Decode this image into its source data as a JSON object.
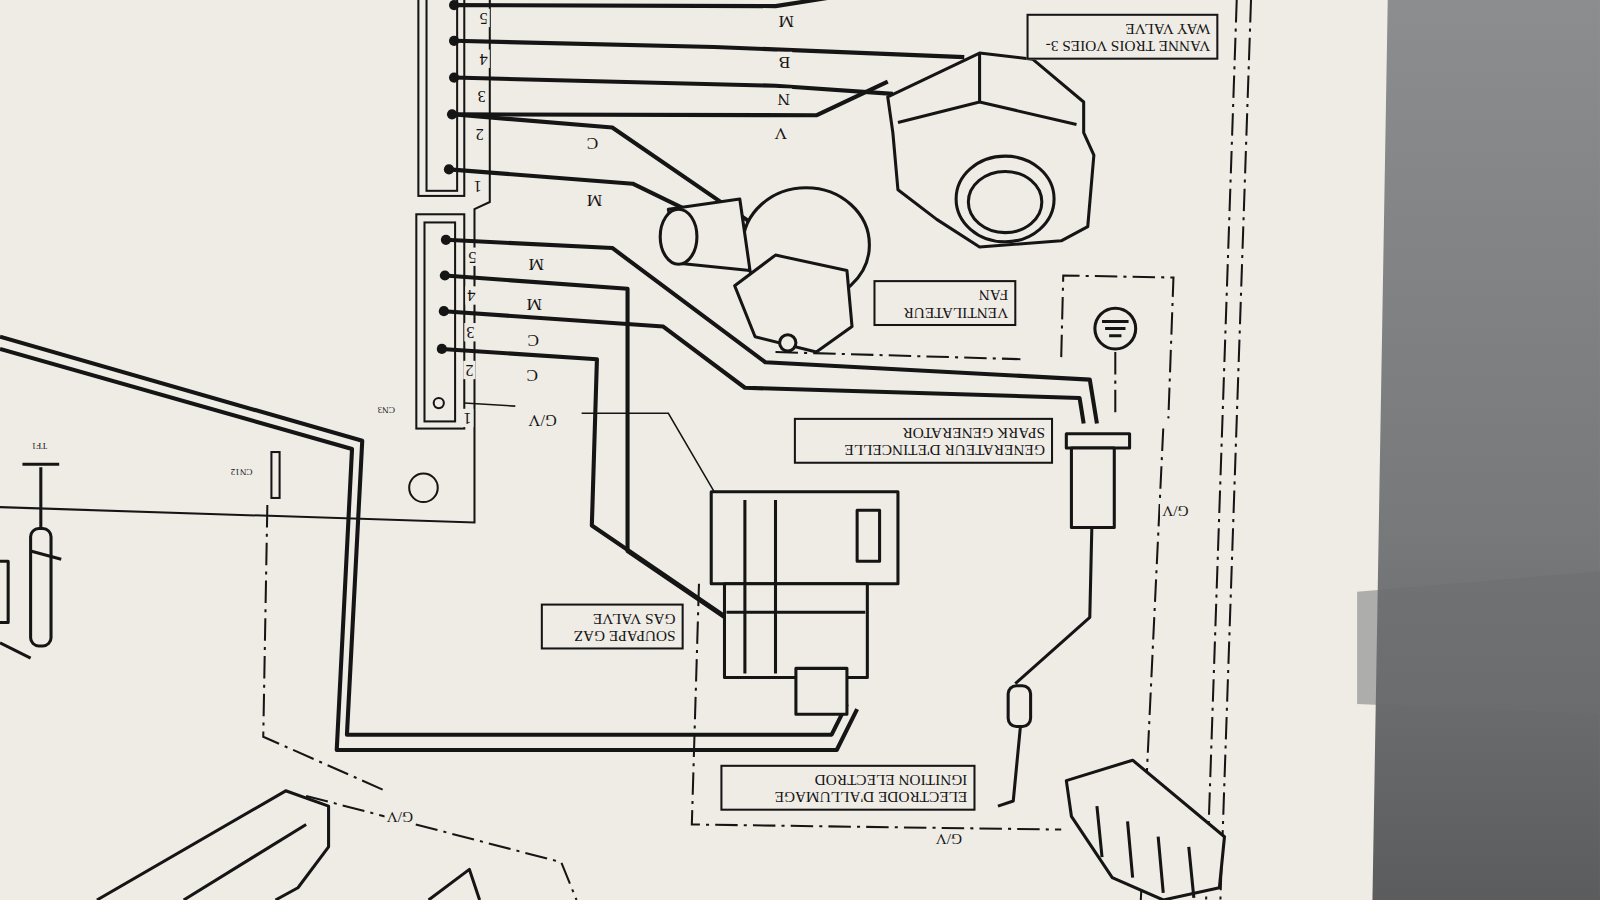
{
  "diagram": {
    "nodes": [
      {
        "text": [
          "VANNE TROIS VOIES 3-WAY VALVE"
        ]
      },
      {
        "text": [
          "VENTILATEUR FAN"
        ]
      },
      {
        "text": [
          "GENERATEUR D'ETINCELLE SPARK GENERATOR"
        ]
      },
      {
        "text": [
          "SOUPAPE GAZ GAS VALVE"
        ]
      },
      {
        "text": [
          "ELECTRODE D'ALLUMAGE IGNITION ELECTROD"
        ]
      }
    ],
    "labels": [
      "5",
      "4",
      "3",
      "2",
      "1",
      "M",
      "B",
      "N",
      "V",
      "C",
      "M",
      "5",
      "4",
      "3",
      "2",
      "1",
      "M",
      "M",
      "C",
      "C",
      "G/V",
      "CN3",
      "CN12",
      "TF1",
      "G/V",
      "G/V",
      "G/V"
    ]
  }
}
